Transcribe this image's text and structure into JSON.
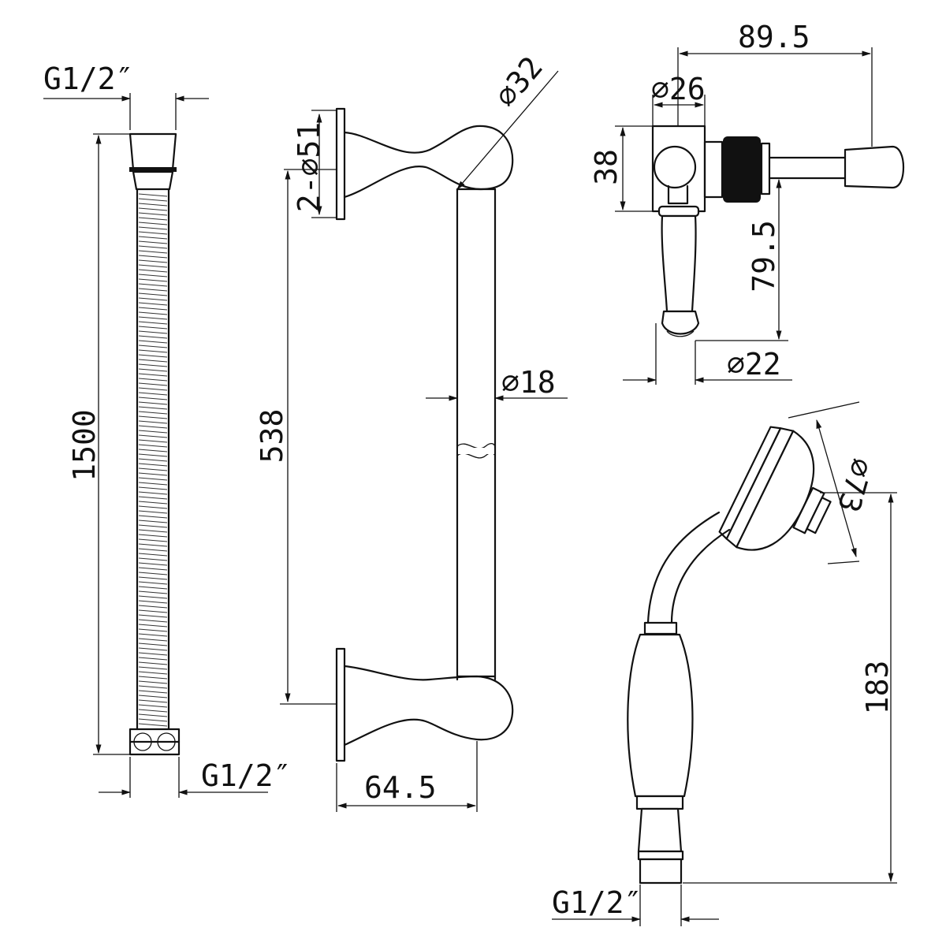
{
  "hose": {
    "top_thread": "G1/2″",
    "length": "1500",
    "bottom_thread": "G1/2″"
  },
  "rail": {
    "bracket_holes": "2-⌀51",
    "bracket_diameter": "⌀32",
    "bar_length": "538",
    "bar_diameter": "⌀18",
    "projection": "64.5"
  },
  "holder": {
    "width": "89.5",
    "body_diameter": "⌀26",
    "height": "38",
    "handle_length": "79.5",
    "handle_diameter": "⌀22"
  },
  "handset": {
    "head_diameter": "⌀73",
    "height": "183",
    "thread": "G1/2″"
  }
}
